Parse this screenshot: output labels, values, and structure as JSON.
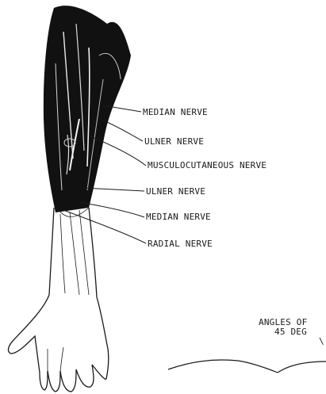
{
  "labels": {
    "median_nerve_upper": "MEDIAN NERVE",
    "ulner_nerve_upper": "ULNER NERVE",
    "musculocutaneous_nerve": "MUSCULOCUTANEOUS NERVE",
    "ulner_nerve_lower": "ULNER NERVE",
    "median_nerve_lower": "MEDIAN NERVE",
    "radial_nerve": "RADIAL NERVE"
  },
  "cutoff_text": {
    "line1": "ANGLES OF",
    "line2": "45 DEG",
    "line3": "\\"
  },
  "colors": {
    "ink": "#1a1a1a",
    "muscle": "#111111",
    "background": "#ffffff"
  }
}
